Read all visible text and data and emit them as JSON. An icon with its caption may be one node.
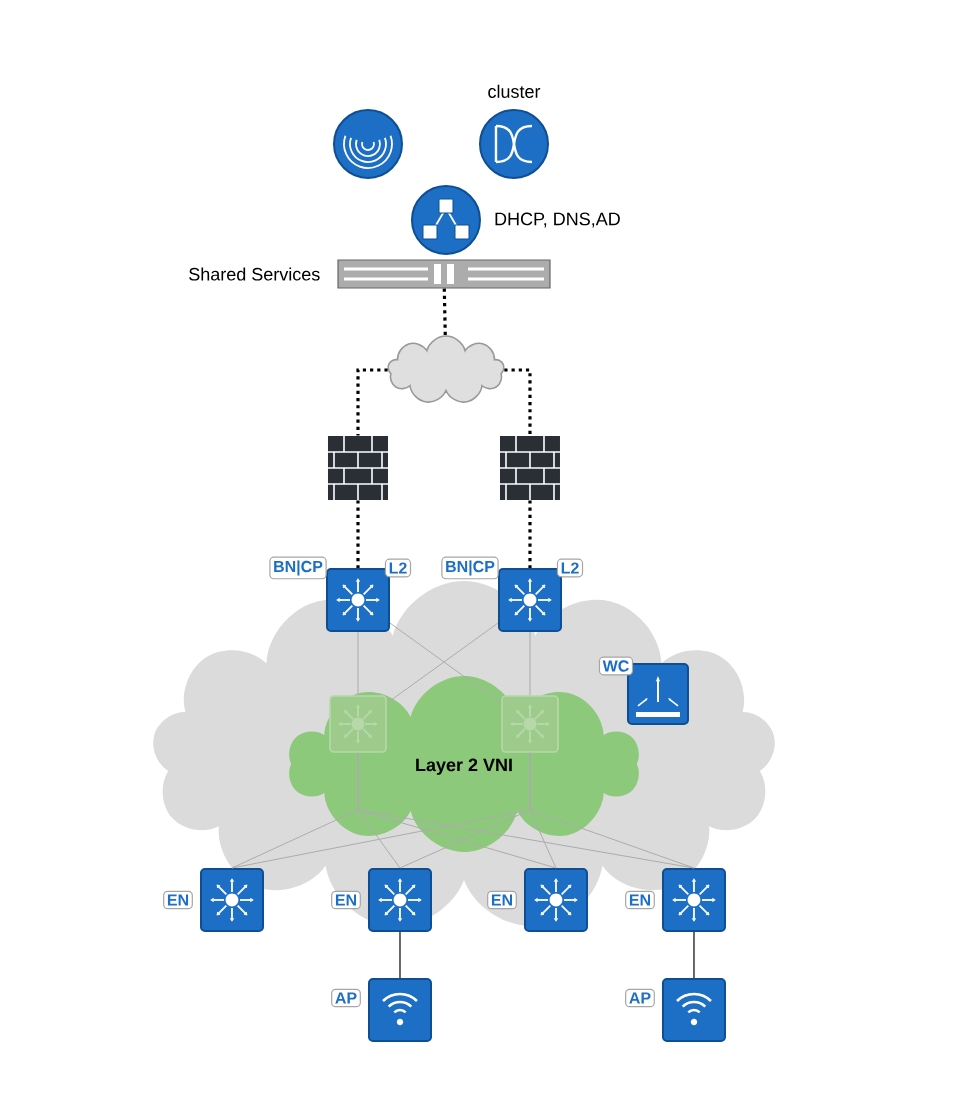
{
  "diagram": {
    "nodes": [
      {
        "text": [],
        "shape": "circle"
      },
      {
        "text": [
          "cluster"
        ]
      },
      {
        "text": [
          "DHCP, DNS,AD"
        ]
      },
      {
        "text": [
          "Shared Services"
        ]
      },
      {
        "text": [],
        "shape": "cloud"
      },
      {
        "text": [],
        "shape": "firewall"
      },
      {
        "text": [],
        "shape": "firewall"
      },
      {
        "text": [
          "BN|CP",
          "L2"
        ]
      },
      {
        "text": [
          "BN|CP",
          "L2"
        ]
      },
      {
        "text": [
          "WC"
        ]
      },
      {
        "text": [
          "Layer 2 VNI"
        ]
      },
      {
        "text": [],
        "shape": "box",
        "in": 10
      },
      {
        "text": [],
        "shape": "box",
        "in": 10
      },
      {
        "text": [
          "EN"
        ]
      },
      {
        "text": [
          "EN"
        ]
      },
      {
        "text": [
          "EN"
        ]
      },
      {
        "text": [
          "EN"
        ]
      },
      {
        "text": [
          "AP"
        ]
      },
      {
        "text": [
          "AP"
        ]
      }
    ],
    "edges": [
      {
        "from": 3,
        "to": 4,
        "arrow": "none",
        "style": "dashed",
        "color": "#000000"
      },
      {
        "from": 4,
        "to": 5,
        "arrow": "none",
        "style": "dashed",
        "color": "#000000"
      },
      {
        "from": 4,
        "to": 6,
        "arrow": "none",
        "style": "dashed",
        "color": "#000000"
      },
      {
        "from": 5,
        "to": 7,
        "arrow": "none",
        "style": "dashed",
        "color": "#000000"
      },
      {
        "from": 6,
        "to": 8,
        "arrow": "none",
        "style": "dashed",
        "color": "#000000"
      },
      {
        "from": 7,
        "to": 11,
        "arrow": "none"
      },
      {
        "from": 7,
        "to": 12,
        "arrow": "none"
      },
      {
        "from": 8,
        "to": 11,
        "arrow": "none"
      },
      {
        "from": 8,
        "to": 12,
        "arrow": "none"
      },
      {
        "from": 11,
        "to": 13,
        "arrow": "none"
      },
      {
        "from": 11,
        "to": 14,
        "arrow": "none"
      },
      {
        "from": 11,
        "to": 15,
        "arrow": "none"
      },
      {
        "from": 11,
        "to": 16,
        "arrow": "none"
      },
      {
        "from": 12,
        "to": 13,
        "arrow": "none"
      },
      {
        "from": 12,
        "to": 14,
        "arrow": "none"
      },
      {
        "from": 12,
        "to": 15,
        "arrow": "none"
      },
      {
        "from": 12,
        "to": 16,
        "arrow": "none"
      },
      {
        "from": 14,
        "to": 17,
        "arrow": "none",
        "color": "#444444"
      },
      {
        "from": 16,
        "to": 18,
        "arrow": "none",
        "color": "#444444"
      }
    ]
  }
}
